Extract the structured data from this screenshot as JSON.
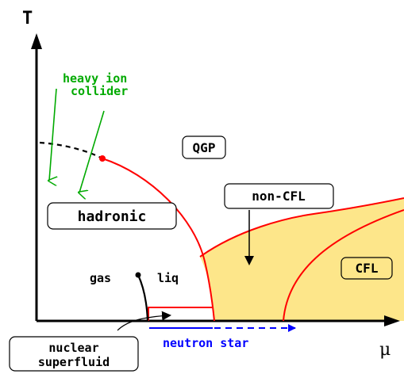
{
  "axes": {
    "y_label": "T",
    "x_label": "μ"
  },
  "regions": {
    "qgp": "QGP",
    "non_cfl": "non-CFL",
    "hadronic": "hadronic",
    "cfl": "CFL",
    "nuclear_superfluid_line1": "nuclear",
    "nuclear_superfluid_line2": "superfluid"
  },
  "annotations": {
    "heavy_ion_line1": "heavy ion",
    "heavy_ion_line2": "collider",
    "gas": "gas",
    "liq": "liq",
    "neutron_star": "neutron star"
  },
  "colors": {
    "phase_boundary": "#ff0000",
    "crossover": "#000000",
    "cfl_fill": "#fde68a",
    "heavy_ion": "#00aa00",
    "neutron_star": "#0000ff",
    "axis": "#000000"
  }
}
